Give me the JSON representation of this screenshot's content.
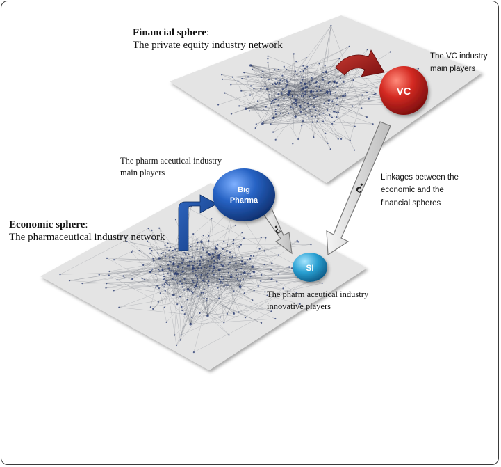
{
  "financial_sphere": {
    "title": "Financial sphere",
    "title_suffix": ":",
    "subtitle": "The private equity industry network"
  },
  "economic_sphere": {
    "title": "Economic sphere",
    "title_suffix": ":",
    "subtitle": "The pharmaceutical industry network"
  },
  "vc_players_label": [
    "The VC industry",
    "main players"
  ],
  "pharma_players_label": [
    "The pharm aceutical industry",
    "main players"
  ],
  "linkages_label": [
    "Linkages between the",
    "economic and the",
    "financial spheres"
  ],
  "innovative_label": [
    "The pharm aceutical industry",
    "innovative players"
  ],
  "nodes": {
    "vc": {
      "label": "VC",
      "color": "#c81e1e"
    },
    "big_pharma": {
      "line1": "Big",
      "line2": "Pharma",
      "color": "#1f5bb5"
    },
    "si": {
      "label": "SI",
      "color": "#2e9fcf"
    }
  },
  "arrow_marks": {
    "linkage_mark": "¿",
    "pharma_mark": "¿"
  },
  "colors": {
    "plane": "#e3e3e3",
    "network_edge": "#3d4452",
    "network_node": "#23356e",
    "red_arrow": "#a01818",
    "blue_arrow": "#1b4a96",
    "grey_arrow": "#d6d6d6"
  }
}
